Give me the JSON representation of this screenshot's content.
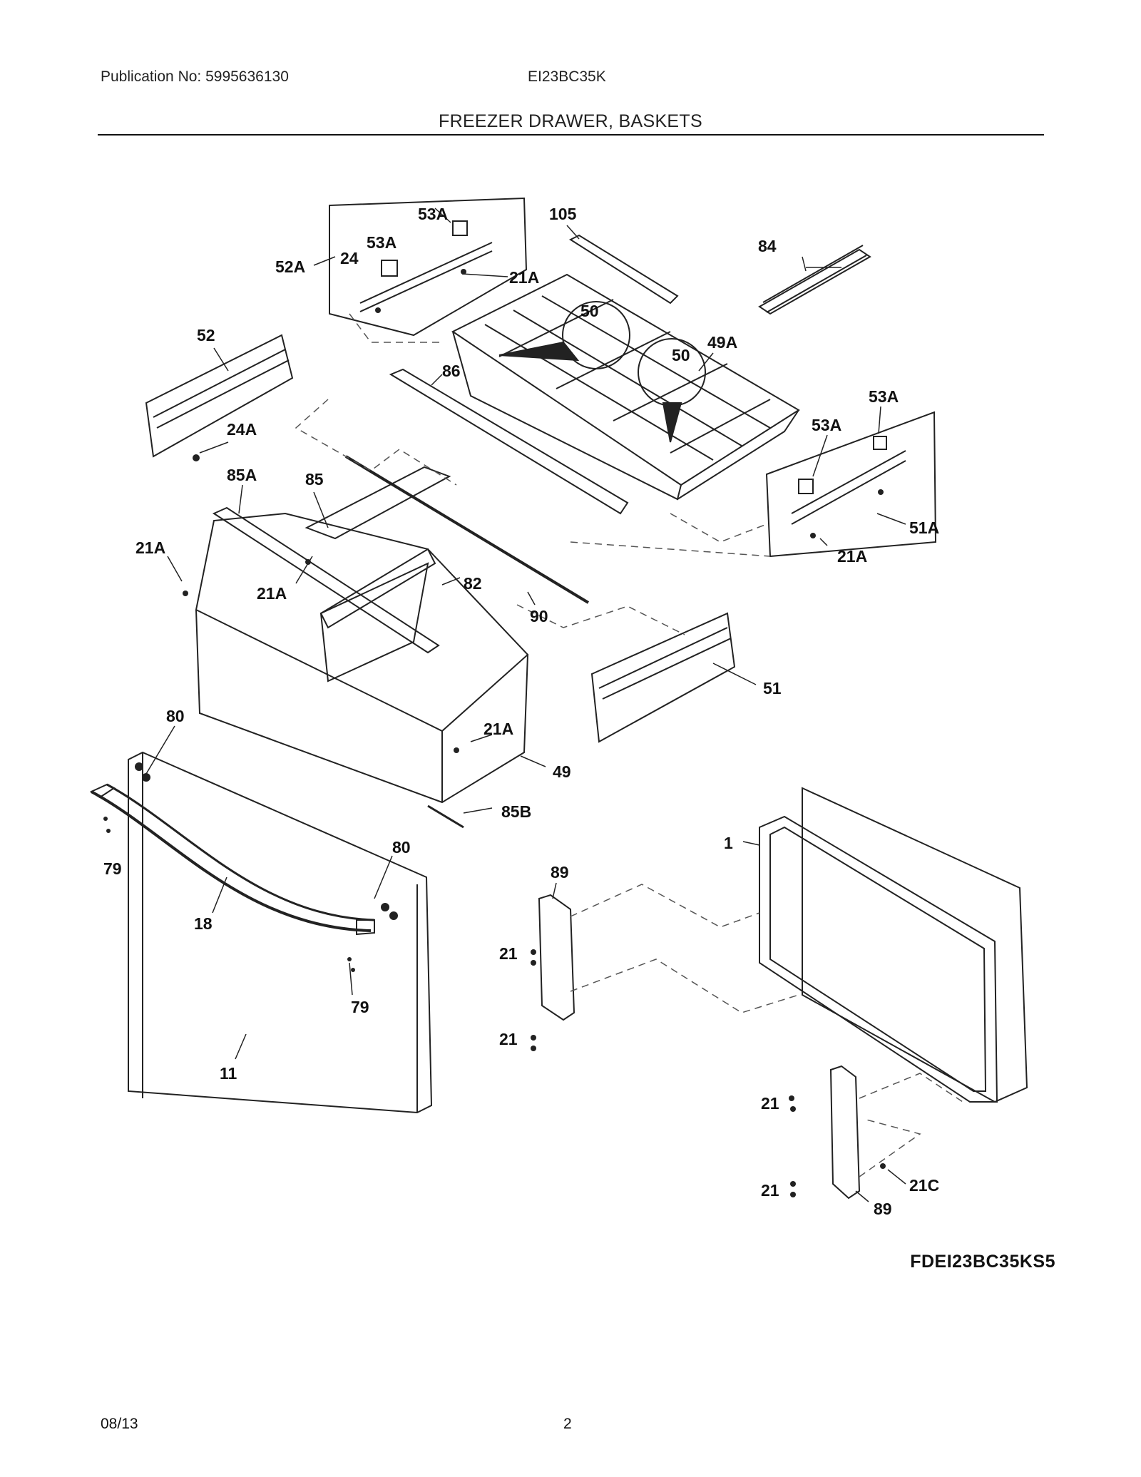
{
  "header": {
    "publication": "Publication No: 5995636130",
    "model": "EI23BC35K",
    "title": "FREEZER DRAWER, BASKETS"
  },
  "diagram": {
    "labels": {
      "l53a_top": "53A",
      "l105": "105",
      "l53a_mid": "53A",
      "l84": "84",
      "l52a": "52A",
      "l24": "24",
      "l21a_top": "21A",
      "l50_a": "50",
      "l52": "52",
      "l50_b": "50",
      "l49a": "49A",
      "l86": "86",
      "l53a_r1": "53A",
      "l53a_r2": "53A",
      "l24a": "24A",
      "l85a": "85A",
      "l85": "85",
      "l51a": "51A",
      "l21a_r": "21A",
      "l21a_left": "21A",
      "l82": "82",
      "l21a_in": "21A",
      "l90": "90",
      "l51": "51",
      "l80_a": "80",
      "l21a_low": "21A",
      "l49": "49",
      "l85b": "85B",
      "l79_a": "79",
      "l80_b": "80",
      "l1": "1",
      "l89_a": "89",
      "l18": "18",
      "l21_a": "21",
      "l79_b": "79",
      "l21_b": "21",
      "l11": "11",
      "l21_c": "21",
      "l21c": "21C",
      "l21_d": "21",
      "l89_b": "89"
    }
  },
  "footer": {
    "code": "FDEI23BC35KS5",
    "date": "08/13",
    "page": "2"
  }
}
